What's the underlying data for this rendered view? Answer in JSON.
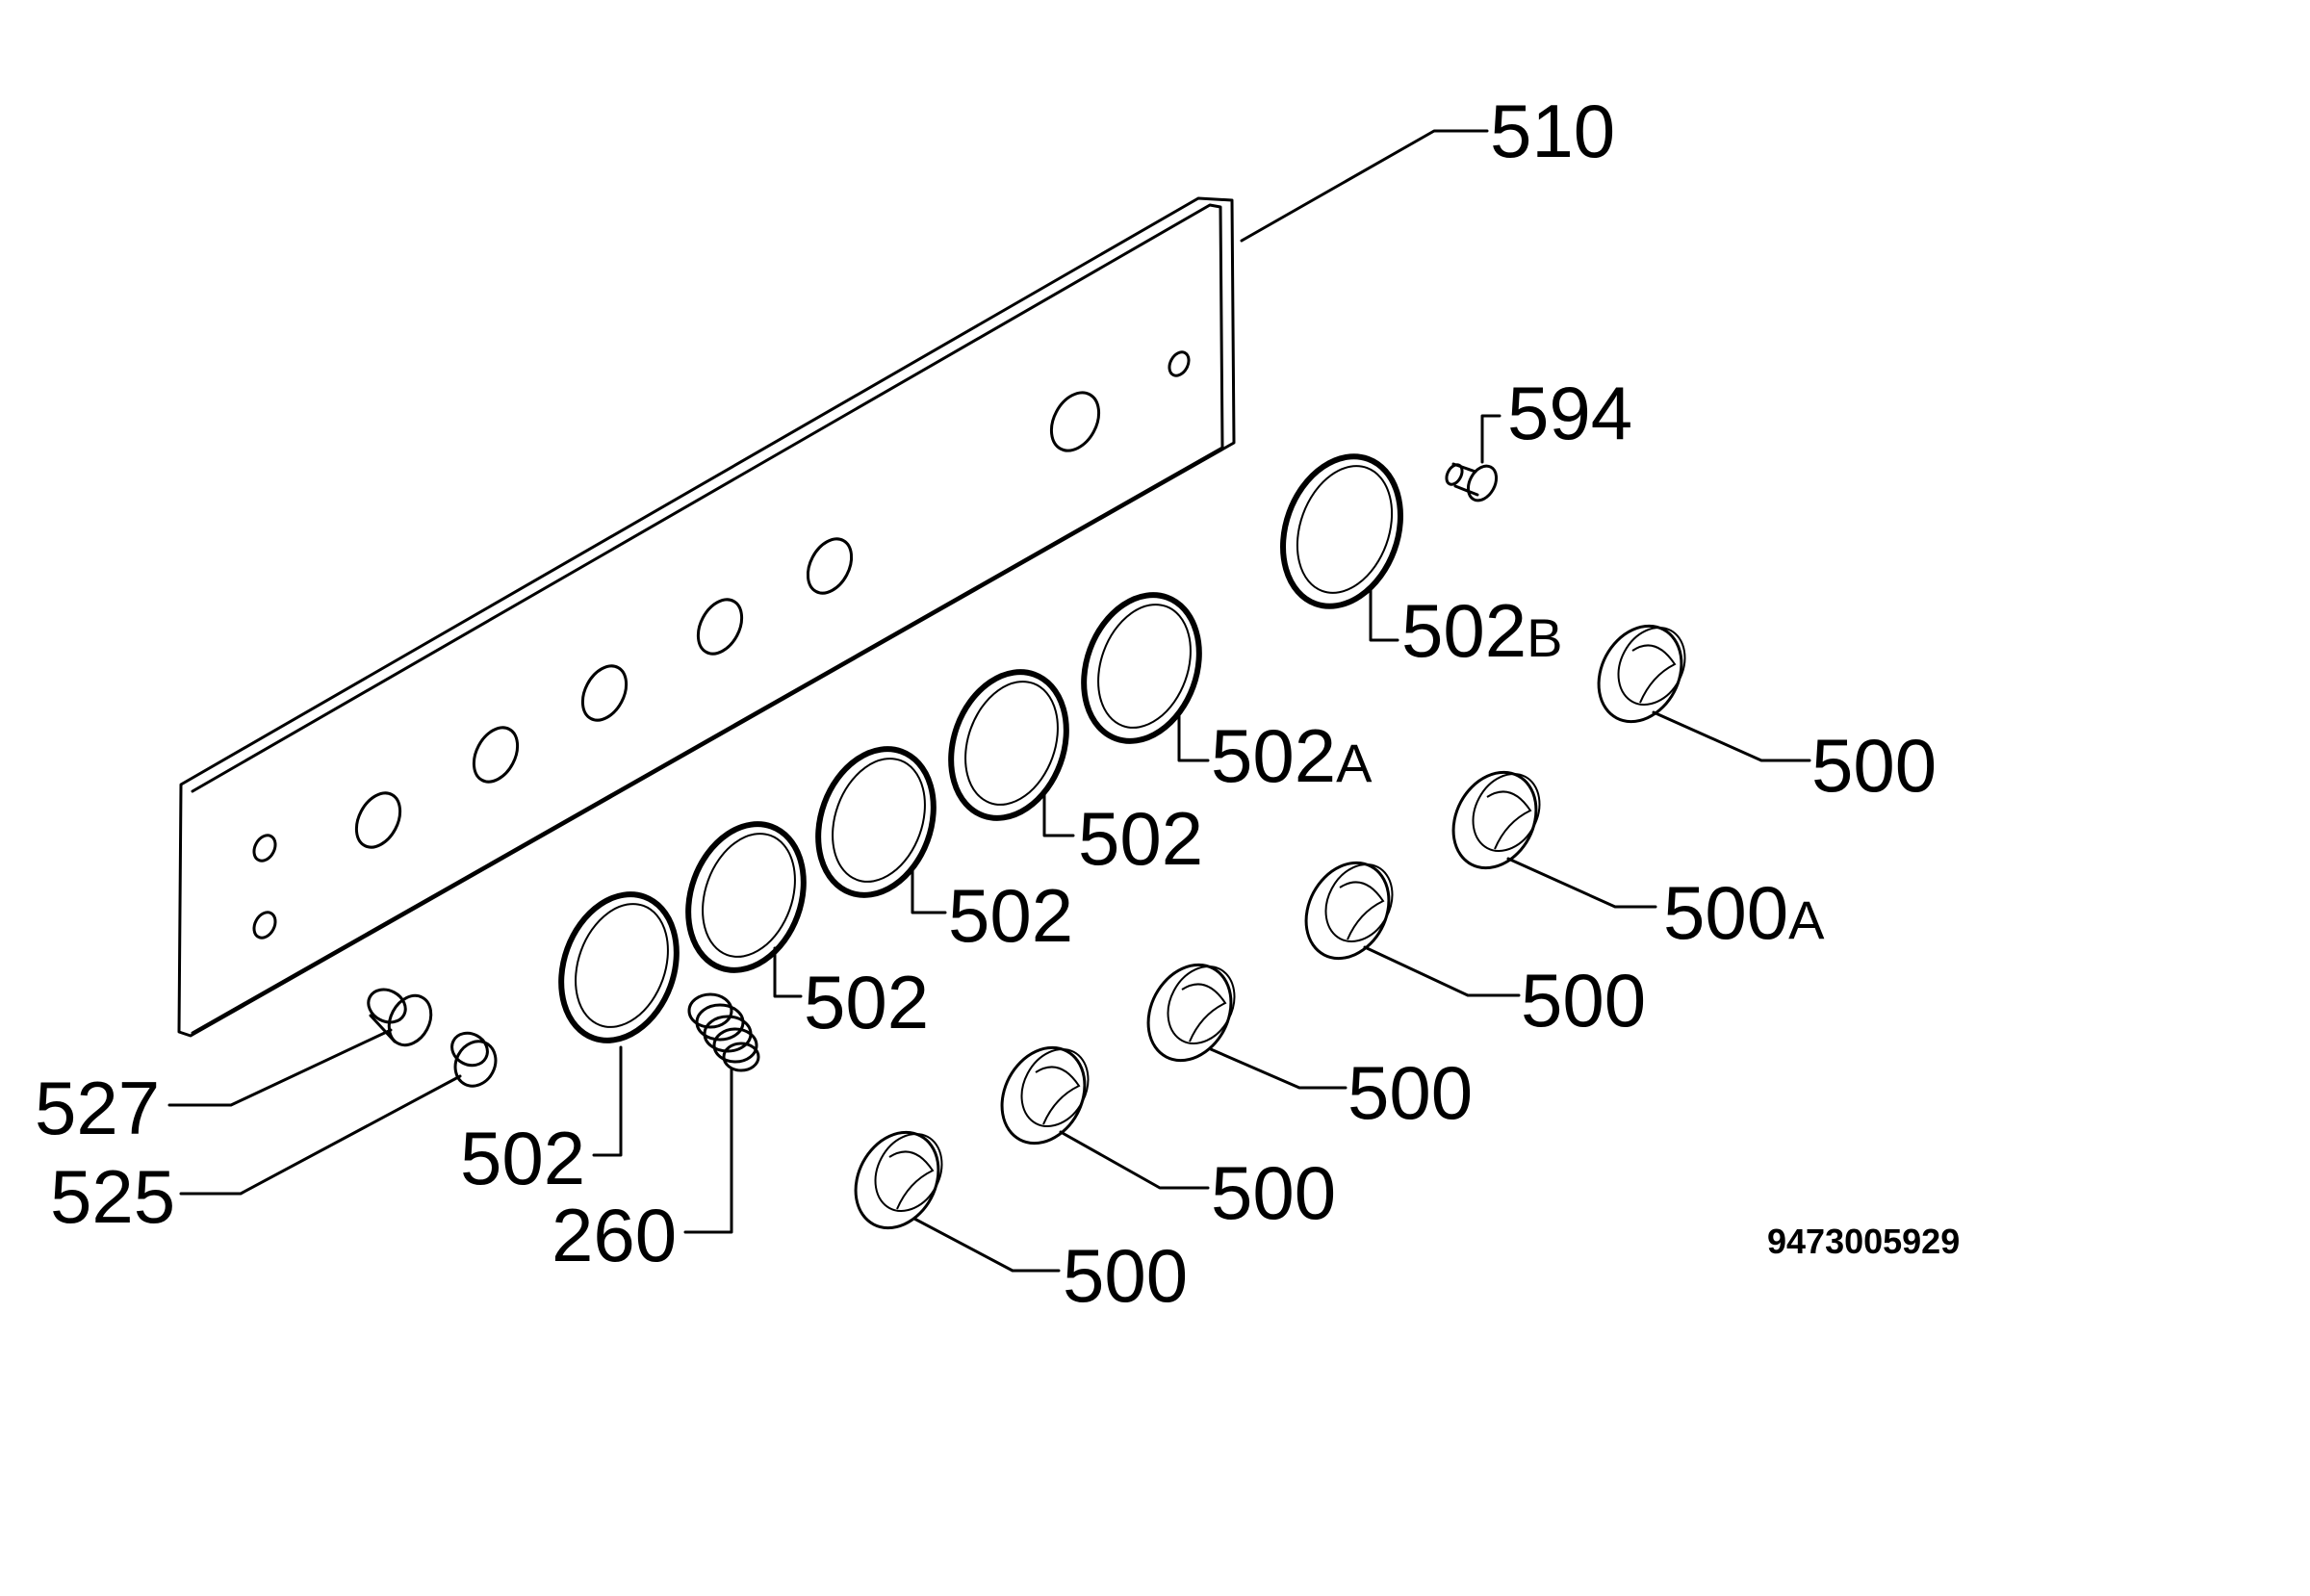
{
  "labels": {
    "panel": "510",
    "screw": "594",
    "ring_b": "502",
    "ring_b_suffix": "B",
    "ring_a": "502",
    "ring_a_suffix": "A",
    "ring_1": "502",
    "ring_2": "502",
    "ring_3": "502",
    "ring_4": "502",
    "knob_top": "500",
    "knob_a": "500",
    "knob_a_suffix": "A",
    "knob_3": "500",
    "knob_4": "500",
    "knob_5": "500",
    "knob_6": "500",
    "lamp_527": "527",
    "lamp_525": "525",
    "spring": "260"
  },
  "document_number": "9473005929"
}
